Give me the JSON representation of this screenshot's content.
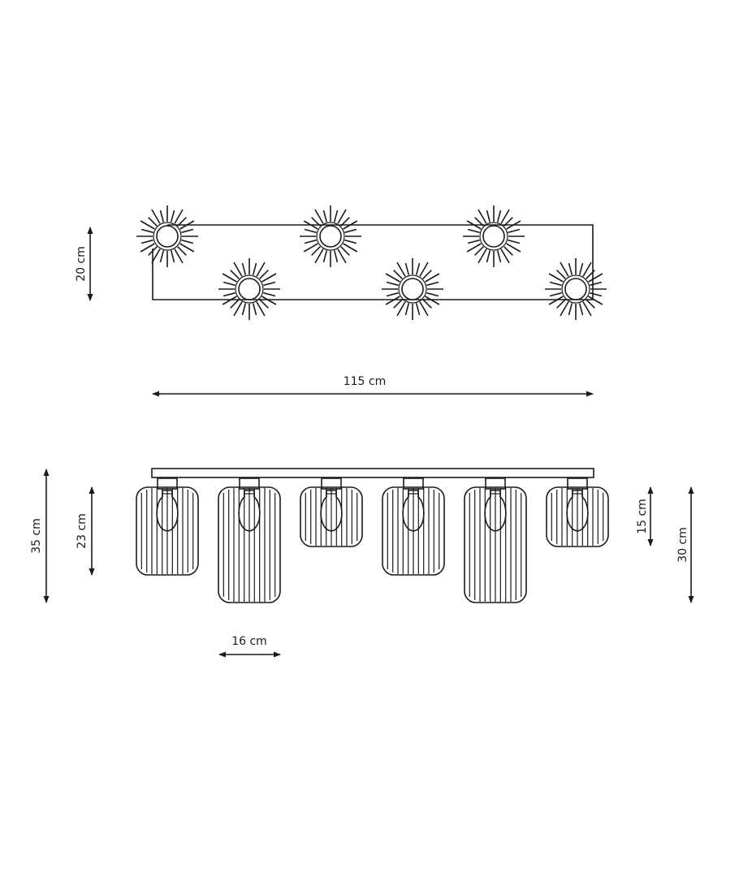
{
  "dimensions": {
    "top_height": "20 cm",
    "total_width": "115 cm",
    "max_height_left": "35 cm",
    "mid_height_left": "23 cm",
    "shade_width": "16 cm",
    "small_height": "15 cm",
    "max_height_right": "30 cm"
  },
  "colors": {
    "line": "#1a1a1a",
    "background": "#ffffff"
  }
}
